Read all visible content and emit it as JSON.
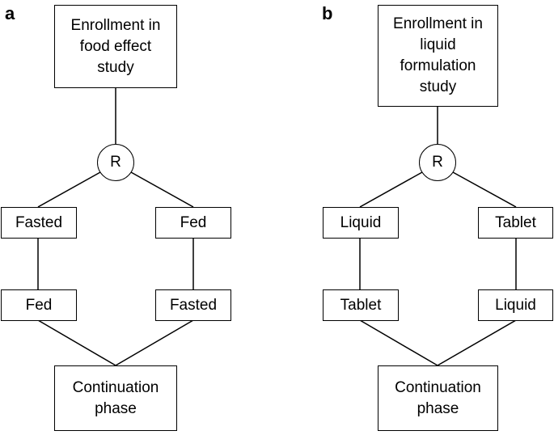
{
  "panels": [
    {
      "letter": "a",
      "top": [
        "Enrollment in",
        "food effect",
        "study"
      ],
      "randomization": "R",
      "left_first": "Fasted",
      "right_first": "Fed",
      "left_second": "Fed",
      "right_second": "Fasted",
      "bottom": [
        "Continuation",
        "phase"
      ]
    },
    {
      "letter": "b",
      "top": [
        "Enrollment in",
        "liquid",
        "formulation",
        "study"
      ],
      "randomization": "R",
      "left_first": "Liquid",
      "right_first": "Tablet",
      "left_second": "Tablet",
      "right_second": "Liquid",
      "bottom": [
        "Continuation",
        "phase"
      ]
    }
  ],
  "colors": {
    "stroke": "#000000",
    "background": "#ffffff"
  }
}
